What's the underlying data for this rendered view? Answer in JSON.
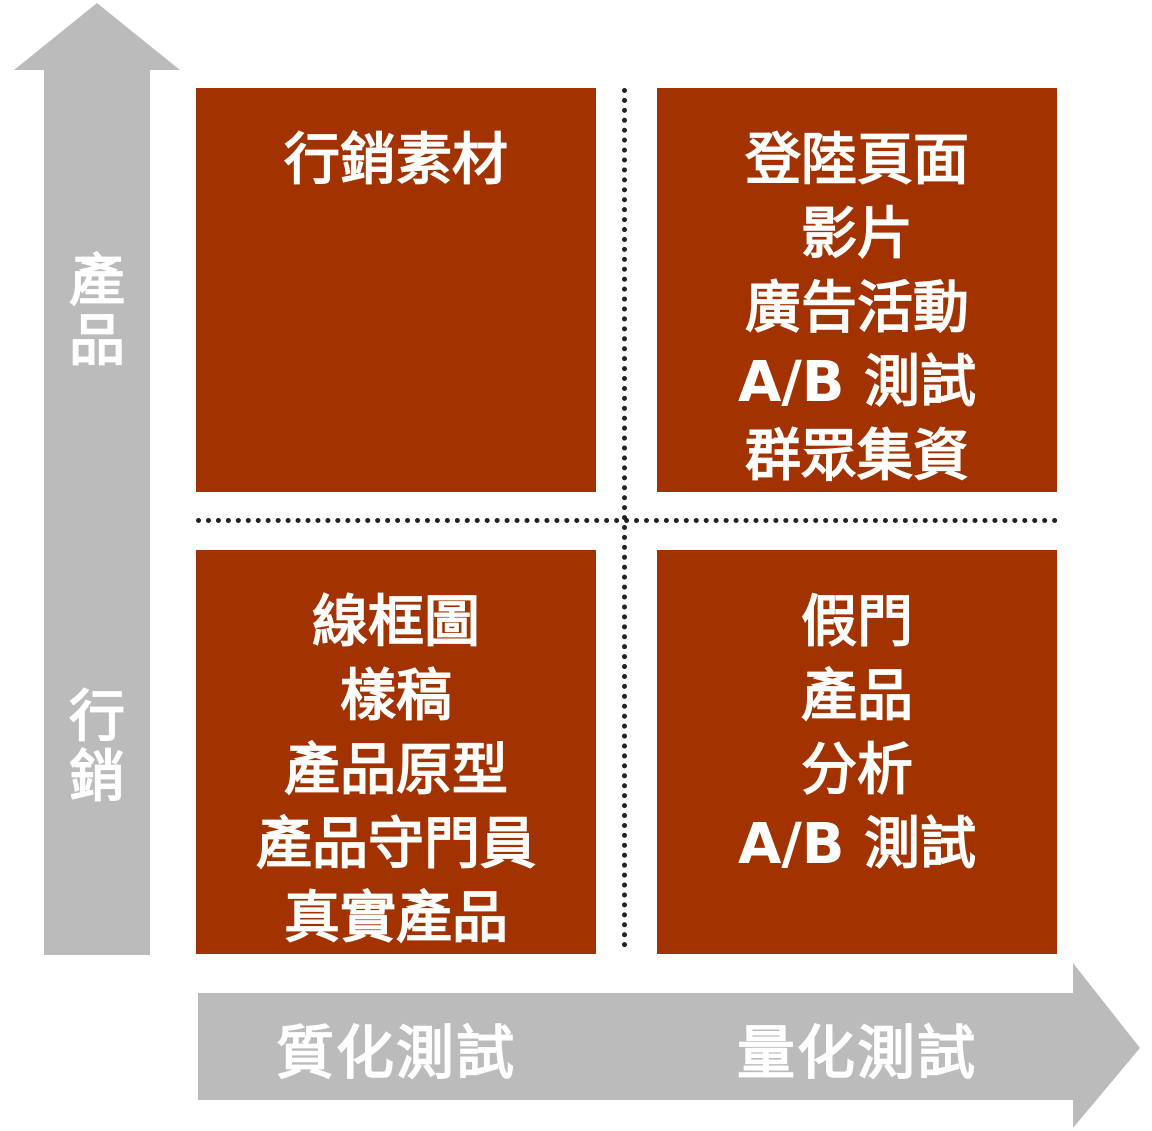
{
  "axes": {
    "vertical": {
      "top_label": [
        "產",
        "品"
      ],
      "bottom_label": [
        "行",
        "銷"
      ]
    },
    "horizontal": {
      "left_label": "質化測試",
      "right_label": "量化測試"
    }
  },
  "quadrants": {
    "top_left": [
      "行銷素材"
    ],
    "top_right": [
      "登陸頁面",
      "影片",
      "廣告活動",
      "A/B 測試",
      "群眾集資"
    ],
    "bottom_left": [
      "線框圖",
      "樣稿",
      "產品原型",
      "產品守門員",
      "真實產品"
    ],
    "bottom_right": [
      "假門",
      "產品",
      "分析",
      "A/B 測試"
    ]
  },
  "colors": {
    "quadrant_fill": "#a23300",
    "arrow_fill": "#bbbbbb",
    "text": "#ffffff",
    "divider": "#222222"
  }
}
